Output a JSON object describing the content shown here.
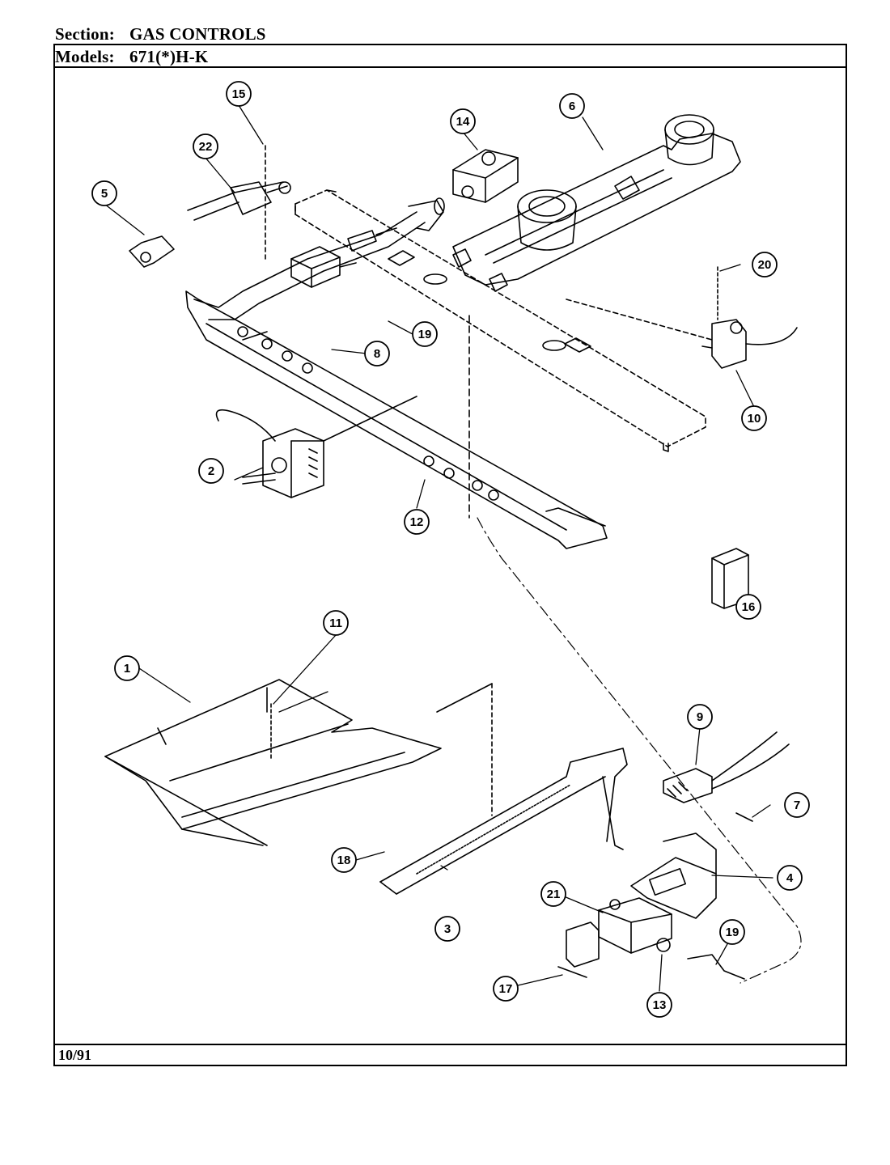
{
  "header": {
    "section_label": "Section:",
    "section_value": "GAS CONTROLS",
    "models_label": "Models:",
    "models_value": "671(*)H-K"
  },
  "footer": {
    "date": "10/91"
  },
  "callouts": [
    {
      "id": "c1",
      "text": "1"
    },
    {
      "id": "c2",
      "text": "2"
    },
    {
      "id": "c3",
      "text": "3"
    },
    {
      "id": "c4",
      "text": "4"
    },
    {
      "id": "c5",
      "text": "5"
    },
    {
      "id": "c6",
      "text": "6"
    },
    {
      "id": "c7",
      "text": "7"
    },
    {
      "id": "c8",
      "text": "8"
    },
    {
      "id": "c9",
      "text": "9"
    },
    {
      "id": "c10",
      "text": "10"
    },
    {
      "id": "c11",
      "text": "11"
    },
    {
      "id": "c12",
      "text": "12"
    },
    {
      "id": "c13",
      "text": "13"
    },
    {
      "id": "c14",
      "text": "14"
    },
    {
      "id": "c15",
      "text": "15"
    },
    {
      "id": "c16",
      "text": "16"
    },
    {
      "id": "c17",
      "text": "17"
    },
    {
      "id": "c18",
      "text": "18"
    },
    {
      "id": "c19a",
      "text": "19"
    },
    {
      "id": "c19b",
      "text": "19"
    },
    {
      "id": "c20",
      "text": "20"
    },
    {
      "id": "c21",
      "text": "21"
    },
    {
      "id": "c22",
      "text": "22"
    }
  ]
}
